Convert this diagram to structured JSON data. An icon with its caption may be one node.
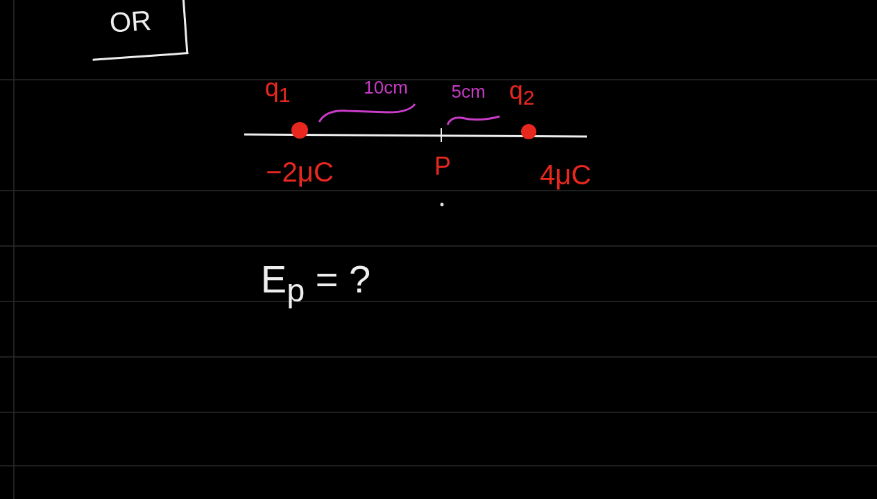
{
  "diagram": {
    "nodes": [
      {
        "text": [
          "OR"
        ]
      }
    ],
    "labels": [
      "q$_{1}$",
      "10cm",
      "5cm",
      "q$_{2}$",
      "−2μC",
      "P",
      "4μC",
      "E$_{p}$ = ?"
    ]
  }
}
